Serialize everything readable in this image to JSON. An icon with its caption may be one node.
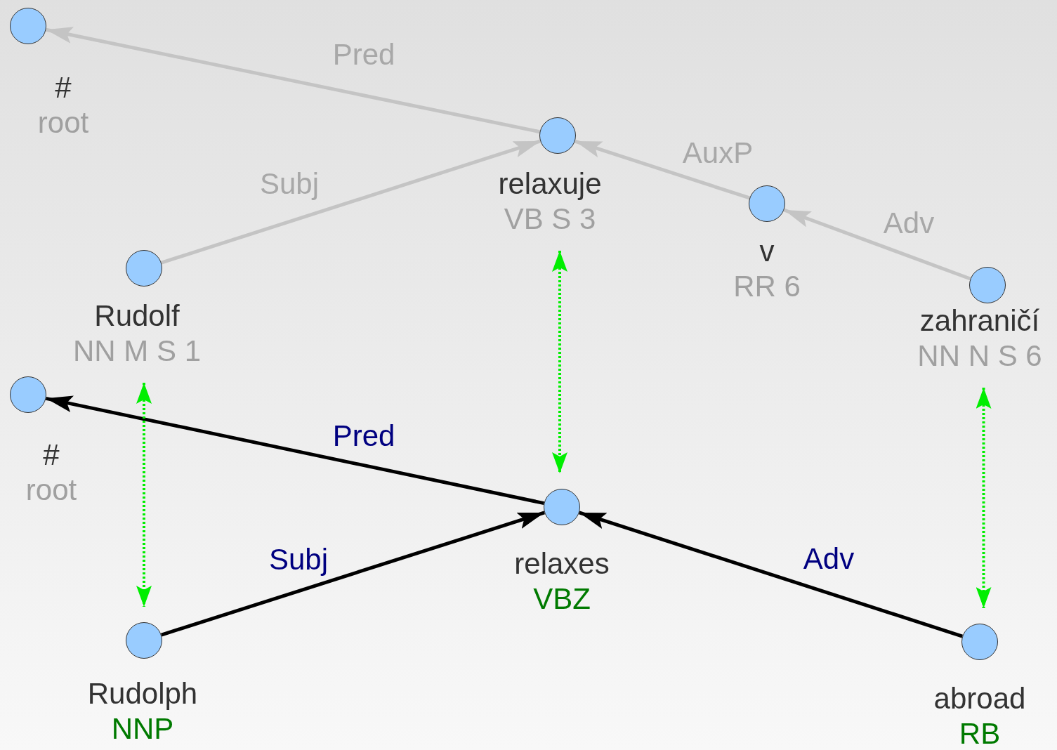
{
  "diagram": {
    "nodes": [
      {
        "text": [
          "#",
          "root"
        ]
      },
      {
        "text": [
          "relaxuje",
          "VB S 3"
        ]
      },
      {
        "text": [
          "Rudolf",
          "NN M S 1"
        ]
      },
      {
        "text": [
          "v",
          "RR 6"
        ]
      },
      {
        "text": [
          "zahraničí",
          "NN N S 6"
        ]
      },
      {
        "text": [
          "#",
          "root"
        ]
      },
      {
        "text": [
          "relaxes",
          "VBZ"
        ]
      },
      {
        "text": [
          "Rudolph",
          "NNP"
        ]
      },
      {
        "text": [
          "abroad",
          "RB"
        ]
      }
    ],
    "edges": [
      {
        "from": 1,
        "to": 0,
        "arrow": "to",
        "label": "Pred",
        "color": "#c4c4c4"
      },
      {
        "from": 2,
        "to": 1,
        "arrow": "to",
        "label": "Subj",
        "color": "#c4c4c4"
      },
      {
        "from": 3,
        "to": 1,
        "arrow": "to",
        "label": "AuxP",
        "color": "#c4c4c4"
      },
      {
        "from": 4,
        "to": 3,
        "arrow": "to",
        "label": "Adv",
        "color": "#c4c4c4"
      },
      {
        "from": 6,
        "to": 5,
        "arrow": "to",
        "label": "Pred",
        "color": "#000000"
      },
      {
        "from": 7,
        "to": 6,
        "arrow": "to",
        "label": "Subj",
        "color": "#000000"
      },
      {
        "from": 8,
        "to": 6,
        "arrow": "to",
        "label": "Adv",
        "color": "#000000"
      },
      {
        "from": 2,
        "to": 7,
        "arrow": "both",
        "style": "dashed",
        "color": "#00ee00"
      },
      {
        "from": 1,
        "to": 6,
        "arrow": "both",
        "style": "dashed",
        "color": "#00ee00"
      },
      {
        "from": 4,
        "to": 8,
        "arrow": "both",
        "style": "dashed",
        "color": "#00ee00"
      }
    ]
  }
}
